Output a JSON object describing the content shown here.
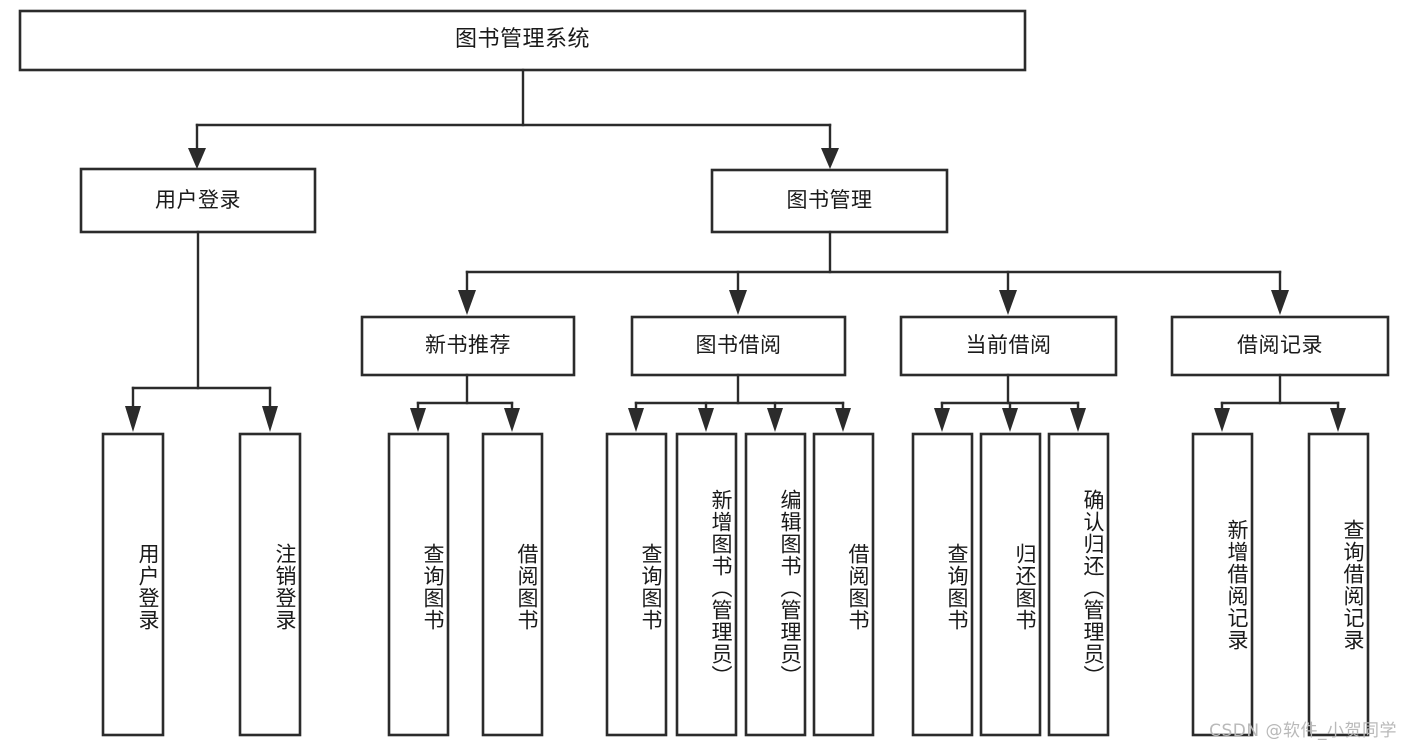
{
  "diagram": {
    "type": "tree-hierarchy",
    "orientation": "top-down",
    "root": {
      "label": "图书管理系统"
    },
    "level2": [
      {
        "label": "用户登录"
      },
      {
        "label": "图书管理"
      }
    ],
    "level3": [
      {
        "label": "新书推荐"
      },
      {
        "label": "图书借阅"
      },
      {
        "label": "当前借阅"
      },
      {
        "label": "借阅记录"
      }
    ],
    "leaves": {
      "user_login": [
        {
          "label": "用户登录"
        },
        {
          "label": "注销登录"
        }
      ],
      "new_book_recommend": [
        {
          "label": "查询图书"
        },
        {
          "label": "借阅图书"
        }
      ],
      "book_borrow": [
        {
          "label": "查询图书"
        },
        {
          "label": "新增图书（管理员）"
        },
        {
          "label": "编辑图书（管理员）"
        },
        {
          "label": "借阅图书"
        }
      ],
      "current_borrow": [
        {
          "label": "查询图书"
        },
        {
          "label": "归还图书"
        },
        {
          "label": "确认归还（管理员）"
        }
      ],
      "borrow_record": [
        {
          "label": "新增借阅记录"
        },
        {
          "label": "查询借阅记录"
        }
      ]
    }
  },
  "watermark": {
    "text": "CSDN @软件_小贺同学"
  },
  "colors": {
    "stroke": "#2b2b2b",
    "fill": "#ffffff",
    "text": "#1a1a1a",
    "watermark": "#b9b9b9"
  }
}
